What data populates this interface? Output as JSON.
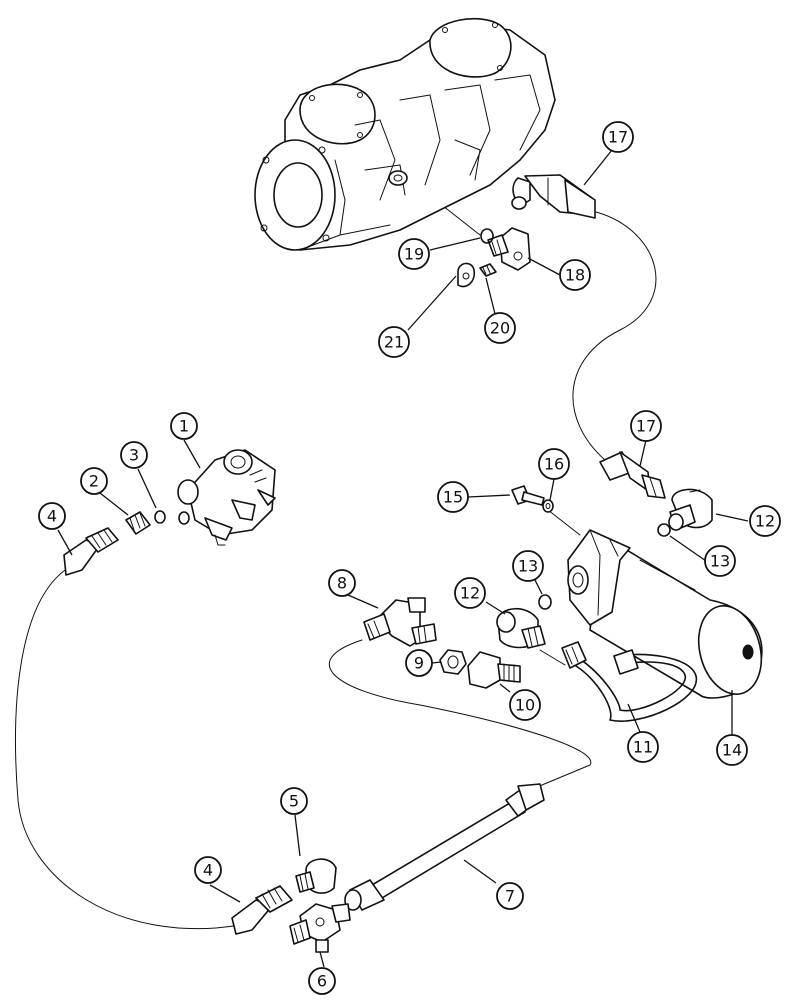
{
  "callouts": [
    {
      "number": "1"
    },
    {
      "number": "2"
    },
    {
      "number": "3"
    },
    {
      "number": "4"
    },
    {
      "number": "4"
    },
    {
      "number": "5"
    },
    {
      "number": "6"
    },
    {
      "number": "7"
    },
    {
      "number": "8"
    },
    {
      "number": "9"
    },
    {
      "number": "10"
    },
    {
      "number": "11"
    },
    {
      "number": "12"
    },
    {
      "number": "12"
    },
    {
      "number": "13"
    },
    {
      "number": "13"
    },
    {
      "number": "14"
    },
    {
      "number": "15"
    },
    {
      "number": "16"
    },
    {
      "number": "17"
    },
    {
      "number": "17"
    },
    {
      "number": "18"
    },
    {
      "number": "19"
    },
    {
      "number": "20"
    },
    {
      "number": "21"
    }
  ]
}
